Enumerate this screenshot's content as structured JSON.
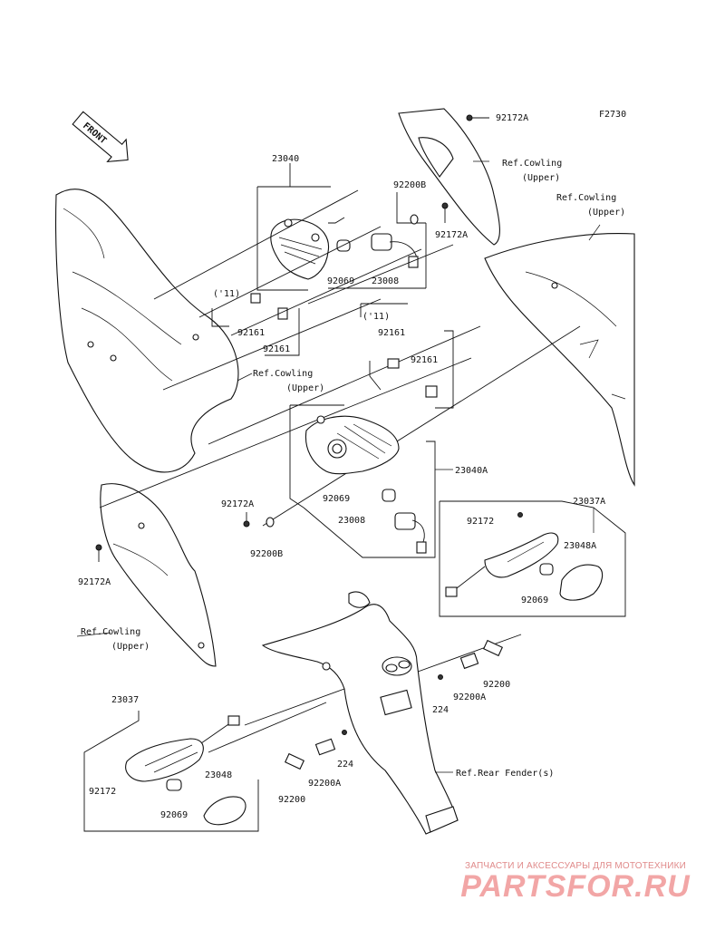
{
  "figure_code": "F2730",
  "front_label": "FRONT",
  "labels": {
    "l_92172A_top": "92172A",
    "l_ref_cowl_1": "Ref.Cowling",
    "l_upper_1": "(Upper)",
    "l_ref_cowl_2": "Ref.Cowling",
    "l_upper_2": "(Upper)",
    "l_23040": "23040",
    "l_92200B_a": "92200B",
    "l_92172A_a": "92172A",
    "l_92069_a": "92069",
    "l_23008_a": "23008",
    "l_11_a": "('11)",
    "l_92161_a": "92161",
    "l_92161_b": "92161",
    "l_ref_cowl_3": "Ref.Cowling",
    "l_upper_3": "(Upper)",
    "l_11_b": "('11)",
    "l_92161_c": "92161",
    "l_92161_d": "92161",
    "l_23040A": "23040A",
    "l_92172A_b": "92172A",
    "l_92200B_b": "92200B",
    "l_92069_b": "92069",
    "l_23008_b": "23008",
    "l_92172A_c": "92172A",
    "l_ref_cowl_4": "Ref.Cowling",
    "l_upper_4": "(Upper)",
    "l_23037A": "23037A",
    "l_92172_a": "92172",
    "l_23048A": "23048A",
    "l_92069_c": "92069",
    "l_224_a": "224",
    "l_92200A_a": "92200A",
    "l_92200_a": "92200",
    "l_23037": "23037",
    "l_92172_b": "92172",
    "l_23048": "23048",
    "l_92069_d": "92069",
    "l_224_b": "224",
    "l_92200A_b": "92200A",
    "l_92200_b": "92200",
    "l_ref_rear_fender": "Ref.Rear Fender(s)"
  },
  "watermark": {
    "subtitle": "ЗАПЧАСТИ И АКСЕССУАРЫ ДЛЯ МОТОТЕХНИКИ",
    "logo": "PARTSFOR.RU"
  }
}
